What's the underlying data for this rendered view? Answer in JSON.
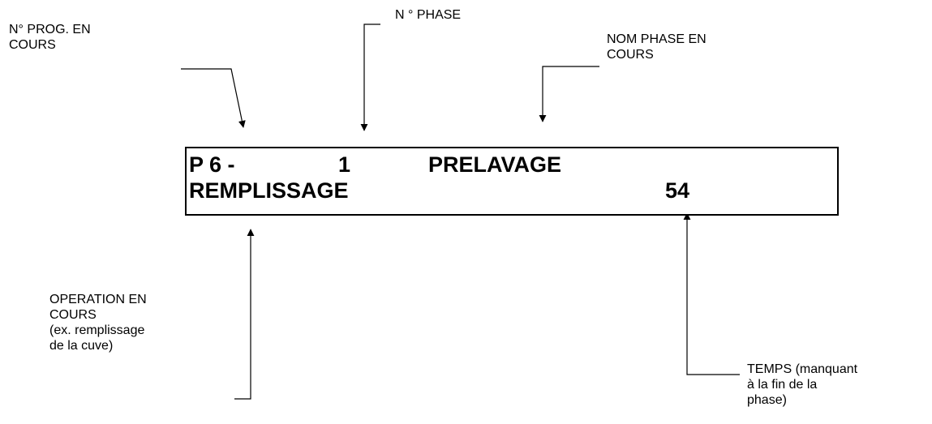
{
  "labels": {
    "prog_line1": "N° PROG. EN",
    "prog_line2": "COURS",
    "phase": "N ° PHASE",
    "nom_line1": "NOM PHASE  EN",
    "nom_line2": "COURS",
    "op_line1": "OPERATION EN",
    "op_line2": "COURS",
    "op_line3": "(ex. remplissage",
    "op_line4": "de la cuve)",
    "temps_line1": "TEMPS (manquant",
    "temps_line2": "à la fin de la",
    "temps_line3": "phase)"
  },
  "display": {
    "program": "P 6 -",
    "phase_number": "1",
    "phase_name": "PRELAVAGE",
    "operation": "REMPLISSAGE",
    "time_remaining": "54"
  }
}
